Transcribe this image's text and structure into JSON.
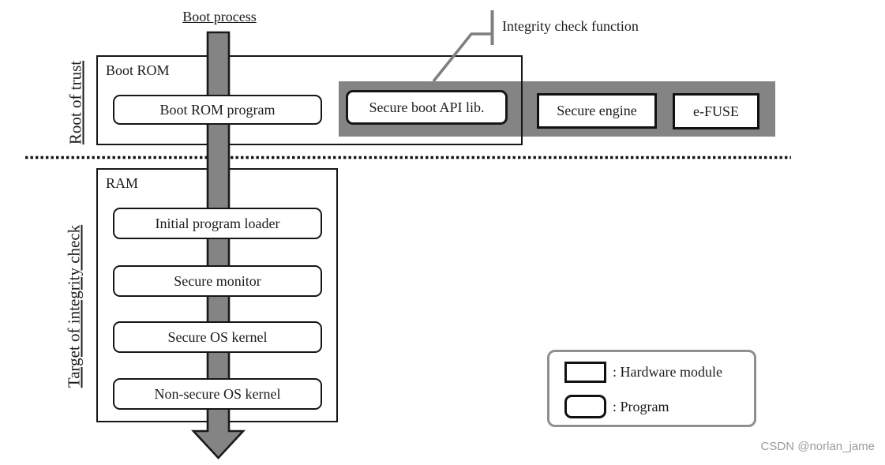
{
  "colors": {
    "band_gray": "#848484",
    "arrow_gray": "#848484",
    "callout_gray": "#7f7f7f",
    "legend_border_gray": "#909090",
    "box_border_black": "#161616",
    "watermark_gray": "#9c9c9c"
  },
  "header": {
    "boot_process_label": "Boot process"
  },
  "side_labels": {
    "root_of_trust": "Root of trust",
    "target_of_integrity_check": "Target of integrity check"
  },
  "callout": {
    "label": "Integrity check function"
  },
  "boot_rom": {
    "title": "Boot ROM",
    "program_label": "Boot ROM program"
  },
  "secure_band": {
    "api_lib_label": "Secure boot API lib.",
    "secure_engine_label": "Secure engine",
    "efuse_label": "e-FUSE"
  },
  "ram": {
    "title": "RAM",
    "program_labels": [
      "Initial program loader",
      "Secure monitor",
      "Secure OS kernel",
      "Non-secure OS kernel"
    ]
  },
  "legend": {
    "hardware_label": ": Hardware module",
    "program_label": ": Program"
  },
  "watermark": "CSDN @norlan_jame"
}
